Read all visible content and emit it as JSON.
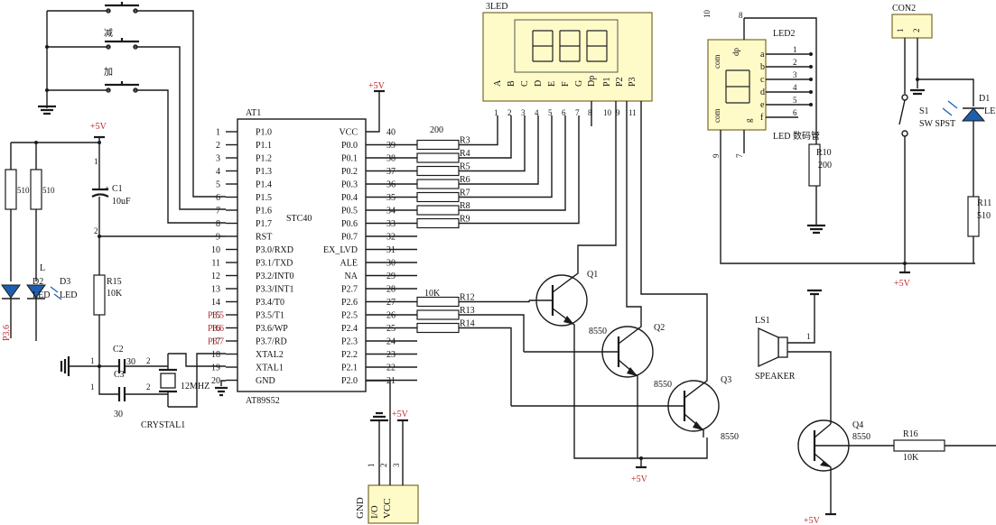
{
  "mcu": {
    "ref": "AT1",
    "part": "AT89S52",
    "name": "STC40",
    "vcc_label": "+5V",
    "left_pins": [
      {
        "n": "1",
        "name": "P1.0"
      },
      {
        "n": "2",
        "name": "P1.1"
      },
      {
        "n": "3",
        "name": "P1.2"
      },
      {
        "n": "4",
        "name": "P1.3"
      },
      {
        "n": "5",
        "name": "P1.4"
      },
      {
        "n": "6",
        "name": "P1.5"
      },
      {
        "n": "7",
        "name": "P1.6"
      },
      {
        "n": "8",
        "name": "P1.7"
      },
      {
        "n": "9",
        "name": "RST"
      },
      {
        "n": "10",
        "name": "P3.0/RXD"
      },
      {
        "n": "11",
        "name": "P3.1/TXD"
      },
      {
        "n": "12",
        "name": "P3.2/INT0"
      },
      {
        "n": "13",
        "name": "P3.3/INT1"
      },
      {
        "n": "14",
        "name": "P3.4/T0"
      },
      {
        "n": "15",
        "name": "P3.5/T1"
      },
      {
        "n": "16",
        "name": "P3.6/WP"
      },
      {
        "n": "17",
        "name": "P3.7/RD"
      },
      {
        "n": "18",
        "name": "XTAL2"
      },
      {
        "n": "19",
        "name": "XTAL1"
      },
      {
        "n": "20",
        "name": "GND"
      }
    ],
    "right_pins": [
      {
        "n": "40",
        "name": "VCC"
      },
      {
        "n": "39",
        "name": "P0.0"
      },
      {
        "n": "38",
        "name": "P0.1"
      },
      {
        "n": "37",
        "name": "P0.2"
      },
      {
        "n": "36",
        "name": "P0.3"
      },
      {
        "n": "35",
        "name": "P0.4"
      },
      {
        "n": "34",
        "name": "P0.5"
      },
      {
        "n": "33",
        "name": "P0.6"
      },
      {
        "n": "32",
        "name": "P0.7"
      },
      {
        "n": "31",
        "name": "EX_LVD"
      },
      {
        "n": "30",
        "name": "ALE"
      },
      {
        "n": "29",
        "name": "NA"
      },
      {
        "n": "28",
        "name": "P2.7"
      },
      {
        "n": "27",
        "name": "P2.6"
      },
      {
        "n": "26",
        "name": "P2.5"
      },
      {
        "n": "25",
        "name": "P2.4"
      },
      {
        "n": "24",
        "name": "P2.3"
      },
      {
        "n": "23",
        "name": "P2.2"
      },
      {
        "n": "22",
        "name": "P2.1"
      },
      {
        "n": "21",
        "name": "P2.0"
      }
    ],
    "red_labels": [
      "P3.5",
      "P3.6",
      "P3.7"
    ]
  },
  "buttons": {
    "minus_label": "减",
    "plus_label": "加"
  },
  "led3": {
    "title": "3LED",
    "pins": [
      "A",
      "B",
      "C",
      "D",
      "E",
      "F",
      "G",
      "Dp",
      "P1",
      "P2",
      "P3"
    ],
    "nums": [
      "1",
      "2",
      "3",
      "4",
      "5",
      "6",
      "7",
      "8",
      "10",
      "9",
      "11"
    ]
  },
  "resistors_200": {
    "value": "200",
    "refs": [
      "R3",
      "R4",
      "R5",
      "R6",
      "R7",
      "R8",
      "R9"
    ]
  },
  "resistors_10k": {
    "value": "10K",
    "refs": [
      "R12",
      "R13",
      "R14"
    ]
  },
  "transistors": [
    {
      "ref": "Q1",
      "type": "8550"
    },
    {
      "ref": "Q2",
      "type": "8550"
    },
    {
      "ref": "Q3",
      "type": "8550"
    },
    {
      "ref": "Q4",
      "type": "8550"
    }
  ],
  "led2": {
    "ref": "LED2",
    "caption": "LED 数码管",
    "segs": [
      "a",
      "b",
      "c",
      "d",
      "e",
      "f"
    ],
    "nums": [
      "1",
      "2",
      "3",
      "4",
      "5",
      "6"
    ],
    "top_nums": [
      "10",
      "8"
    ],
    "bottom_nums": [
      "9",
      "7"
    ],
    "com": "com",
    "dp": "dp",
    "g": "g"
  },
  "r10": {
    "ref": "R10",
    "value": "200"
  },
  "con2": {
    "ref": "CON2",
    "pins": [
      "1",
      "2"
    ]
  },
  "s1": {
    "ref": "S1",
    "desc": "SW SPST"
  },
  "d1": {
    "ref": "D1",
    "value": "LED"
  },
  "r11": {
    "ref": "R11",
    "value": "510"
  },
  "vcc": {
    "label": "+5V"
  },
  "left_power": {
    "r510a": "510",
    "r510b": "510",
    "d_L": "L",
    "d2": "D2",
    "d2b": "LED",
    "d3": "D3",
    "d3b": "LED",
    "p36": "P3.6",
    "c1": "C1",
    "c1v": "10uF",
    "c1pin1": "1",
    "c1pin2": "2",
    "r15": "R15",
    "r15v": "10K"
  },
  "crystal": {
    "c2": "C2",
    "c3": "C3",
    "c2v": "30",
    "c3v": "30",
    "xtal": "12MHZ",
    "name": "CRYSTAL1",
    "p1": "1",
    "p2": "2"
  },
  "connector": {
    "labels": [
      "GND",
      "I/O",
      "VCC"
    ],
    "nums": [
      "1",
      "2",
      "3"
    ],
    "vcc": "+5V"
  },
  "speaker": {
    "ref": "LS1",
    "name": "SPEAKER",
    "pin": "1"
  },
  "r16": {
    "ref": "R16",
    "value": "10K"
  }
}
